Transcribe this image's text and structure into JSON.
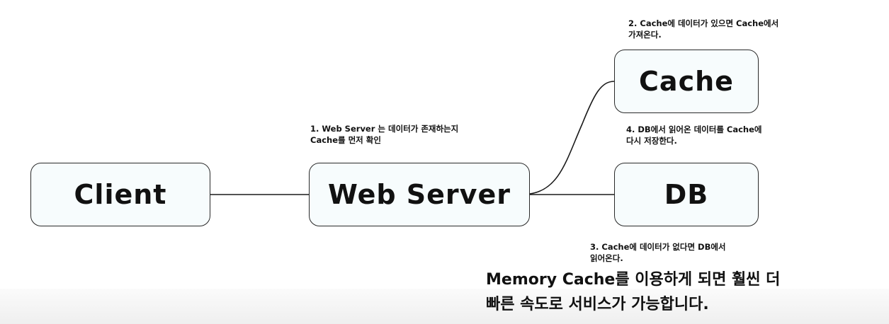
{
  "nodes": {
    "client": "Client",
    "web_server": "Web Server",
    "cache": "Cache",
    "db": "DB"
  },
  "notes": {
    "step1": [
      "1. Web Server 는 데이터가 존재하는지",
      "Cache를 먼저 확인"
    ],
    "step2": [
      "2. Cache에 데이터가 있으면 Cache에서",
      "가져온다."
    ],
    "step3": [
      "3. Cache에 데이터가 없다면 DB에서",
      "읽어온다."
    ],
    "step4": [
      "4. DB에서 읽어온 데이터를 Cache에",
      "다시 저장한다."
    ]
  },
  "caption": [
    "Memory Cache를 이용하게 되면 훨씬 더",
    "빠른 속도로 서비스가 가능합니다."
  ],
  "colors": {
    "node_fill": "#f7fcfd",
    "node_border": "#2a2a2a",
    "text": "#111111",
    "line": "#1a1a1a"
  }
}
